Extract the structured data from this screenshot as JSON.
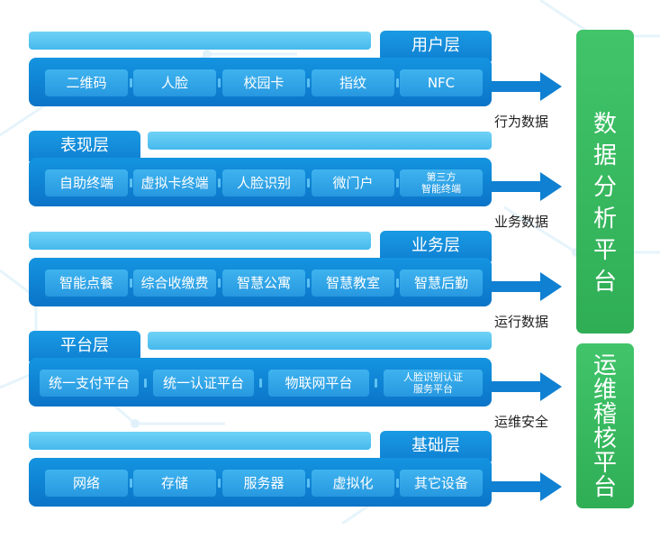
{
  "layers": [
    {
      "title": "用户层",
      "items": [
        {
          "label": "二维码"
        },
        {
          "label": "人脸"
        },
        {
          "label": "校园卡"
        },
        {
          "label": "指纹"
        },
        {
          "label": "NFC"
        }
      ]
    },
    {
      "title": "表现层",
      "items": [
        {
          "label": "自助终端"
        },
        {
          "label": "虚拟卡终端"
        },
        {
          "label": "人脸识别"
        },
        {
          "label": "微门户"
        },
        {
          "label": "第三方",
          "label2": "智能终端"
        }
      ]
    },
    {
      "title": "业务层",
      "items": [
        {
          "label": "智能点餐"
        },
        {
          "label": "综合收缴费"
        },
        {
          "label": "智慧公寓"
        },
        {
          "label": "智慧教室"
        },
        {
          "label": "智慧后勤"
        }
      ]
    },
    {
      "title": "平台层",
      "items": [
        {
          "label": "统一支付平台"
        },
        {
          "label": "统一认证平台"
        },
        {
          "label": "物联网平台"
        },
        {
          "label": "人脸识别认证",
          "label2": "服务平台"
        }
      ]
    },
    {
      "title": "基础层",
      "items": [
        {
          "label": "网络"
        },
        {
          "label": "存储"
        },
        {
          "label": "服务器"
        },
        {
          "label": "虚拟化"
        },
        {
          "label": "其它设备"
        }
      ]
    }
  ],
  "flow_labels": [
    "行为数据",
    "业务数据",
    "运行数据",
    "运维安全"
  ],
  "panels": {
    "analysis": {
      "chars": [
        "数",
        "据",
        "分",
        "析",
        "平",
        "台"
      ]
    },
    "ops": {
      "chars": [
        "运",
        "维",
        "稽",
        "核",
        "平",
        "台"
      ]
    }
  },
  "colors": {
    "layer_blue": "#0f80d2",
    "item_blue": "#2f9fe6",
    "light_bar": "#5ac6f3",
    "panel_green": "#36b45c"
  }
}
